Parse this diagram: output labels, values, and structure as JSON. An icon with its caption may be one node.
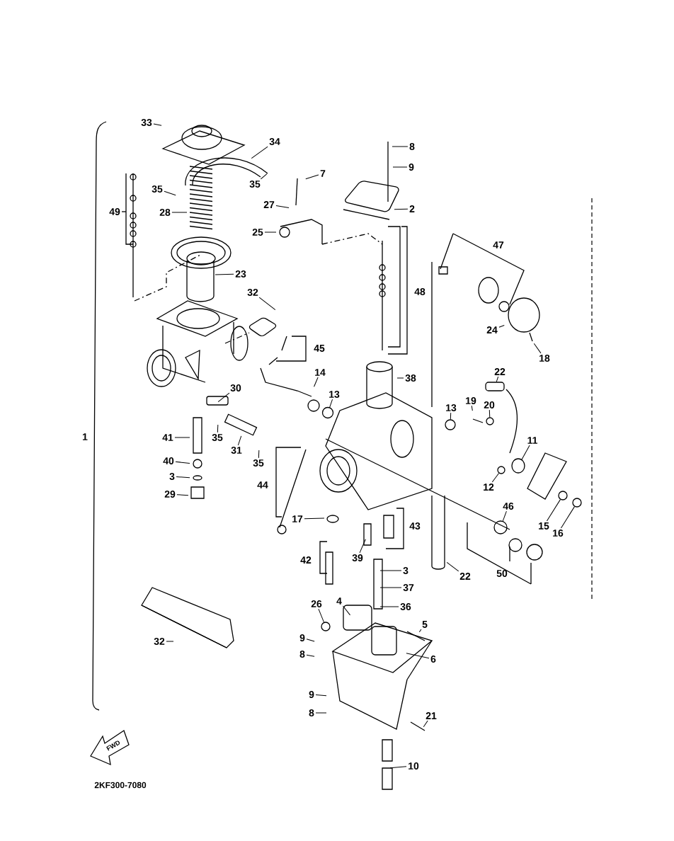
{
  "diagram": {
    "nodes": [
      {
        "text": [
          "33"
        ]
      },
      {
        "text": [
          "34"
        ]
      },
      {
        "text": [
          "35"
        ]
      },
      {
        "text": [
          "35"
        ]
      },
      {
        "text": [
          "28"
        ]
      },
      {
        "text": [
          "7"
        ]
      },
      {
        "text": [
          "27"
        ]
      },
      {
        "text": [
          "25"
        ]
      },
      {
        "text": [
          "23"
        ]
      },
      {
        "text": [
          "8"
        ]
      },
      {
        "text": [
          "9"
        ]
      },
      {
        "text": [
          "2"
        ]
      },
      {
        "text": [
          "32"
        ]
      },
      {
        "text": [
          "14"
        ]
      },
      {
        "text": [
          "13"
        ]
      },
      {
        "text": [
          "38"
        ]
      },
      {
        "text": [
          "30"
        ]
      },
      {
        "text": [
          "35"
        ]
      },
      {
        "text": [
          "31"
        ]
      },
      {
        "text": [
          "35"
        ]
      },
      {
        "text": [
          "41"
        ]
      },
      {
        "text": [
          "40"
        ]
      },
      {
        "text": [
          "3"
        ]
      },
      {
        "text": [
          "29"
        ]
      },
      {
        "text": [
          "17"
        ]
      },
      {
        "text": [
          "39"
        ]
      },
      {
        "text": [
          "3"
        ]
      },
      {
        "text": [
          "37"
        ]
      },
      {
        "text": [
          "36"
        ]
      },
      {
        "text": [
          "22"
        ]
      },
      {
        "text": [
          "13"
        ]
      },
      {
        "text": [
          "19"
        ]
      },
      {
        "text": [
          "20"
        ]
      },
      {
        "text": [
          "11"
        ]
      },
      {
        "text": [
          "12"
        ]
      },
      {
        "text": [
          "22"
        ]
      },
      {
        "text": [
          "46"
        ]
      },
      {
        "text": [
          "15"
        ]
      },
      {
        "text": [
          "16"
        ]
      },
      {
        "text": [
          "24"
        ]
      },
      {
        "text": [
          "18"
        ]
      },
      {
        "text": [
          "26"
        ]
      },
      {
        "text": [
          "4"
        ]
      },
      {
        "text": [
          "5"
        ]
      },
      {
        "text": [
          "9"
        ]
      },
      {
        "text": [
          "8"
        ]
      },
      {
        "text": [
          "6"
        ]
      },
      {
        "text": [
          "9"
        ]
      },
      {
        "text": [
          "8"
        ]
      },
      {
        "text": [
          "21"
        ]
      },
      {
        "text": [
          "10"
        ]
      },
      {
        "text": [
          "32"
        ]
      },
      {
        "text": [],
        "shape": "circle"
      },
      {
        "text": [],
        "shape": "circle"
      },
      {
        "text": [],
        "shape": "circle"
      },
      {
        "text": [],
        "shape": "circle"
      },
      {
        "text": [],
        "shape": "box"
      },
      {
        "text": [],
        "shape": "circle"
      },
      {
        "text": [],
        "shape": "circle"
      },
      {
        "text": [],
        "shape": "circle"
      },
      {
        "text": [],
        "shape": "circle"
      },
      {
        "text": [],
        "shape": "circle"
      }
    ],
    "edges": [
      {
        "from": 0,
        "to": null,
        "arrow": "none"
      },
      {
        "from": 1,
        "to": null,
        "arrow": "none"
      },
      {
        "from": 2,
        "to": null,
        "arrow": "none"
      },
      {
        "from": 3,
        "to": null,
        "arrow": "none"
      },
      {
        "from": 4,
        "to": null,
        "arrow": "none"
      },
      {
        "from": 5,
        "to": null,
        "arrow": "none"
      },
      {
        "from": 6,
        "to": null,
        "arrow": "none"
      },
      {
        "from": 7,
        "to": null,
        "arrow": "none"
      },
      {
        "from": 8,
        "to": null,
        "arrow": "none"
      },
      {
        "from": 9,
        "to": null,
        "arrow": "none"
      },
      {
        "from": 10,
        "to": null,
        "arrow": "none"
      },
      {
        "from": 11,
        "to": null,
        "arrow": "none"
      },
      {
        "from": 12,
        "to": null,
        "arrow": "none"
      },
      {
        "from": 13,
        "to": null,
        "arrow": "none"
      },
      {
        "from": 14,
        "to": 53,
        "arrow": "none"
      },
      {
        "from": 15,
        "to": null,
        "arrow": "none"
      },
      {
        "from": 16,
        "to": null,
        "arrow": "none"
      },
      {
        "from": 17,
        "to": null,
        "arrow": "none"
      },
      {
        "from": 18,
        "to": null,
        "arrow": "none"
      },
      {
        "from": 19,
        "to": null,
        "arrow": "none"
      },
      {
        "from": 20,
        "to": null,
        "arrow": "none"
      },
      {
        "from": 21,
        "to": null,
        "arrow": "none"
      },
      {
        "from": 22,
        "to": null,
        "arrow": "none"
      },
      {
        "from": 23,
        "to": null,
        "arrow": "none"
      },
      {
        "from": 24,
        "to": null,
        "arrow": "none"
      },
      {
        "from": 25,
        "to": null,
        "arrow": "none"
      },
      {
        "from": 26,
        "to": null,
        "arrow": "none"
      },
      {
        "from": 27,
        "to": null,
        "arrow": "none"
      },
      {
        "from": 28,
        "to": null,
        "arrow": "none"
      },
      {
        "from": 29,
        "to": 56,
        "arrow": "none"
      },
      {
        "from": 30,
        "to": 54,
        "arrow": "none"
      },
      {
        "from": 31,
        "to": null,
        "arrow": "none"
      },
      {
        "from": 32,
        "to": 55,
        "arrow": "none"
      },
      {
        "from": 33,
        "to": 59,
        "arrow": "none"
      },
      {
        "from": 34,
        "to": 58,
        "arrow": "none"
      },
      {
        "from": 35,
        "to": null,
        "arrow": "none"
      },
      {
        "from": 36,
        "to": 57,
        "arrow": "none"
      },
      {
        "from": 37,
        "to": 60,
        "arrow": "none"
      },
      {
        "from": 38,
        "to": 61,
        "arrow": "none"
      },
      {
        "from": 39,
        "to": null,
        "arrow": "none"
      },
      {
        "from": 40,
        "to": null,
        "arrow": "none"
      },
      {
        "from": 41,
        "to": 52,
        "arrow": "none"
      },
      {
        "from": 42,
        "to": null,
        "arrow": "none"
      },
      {
        "from": 43,
        "to": null,
        "arrow": "none"
      },
      {
        "from": 44,
        "to": null,
        "arrow": "none"
      },
      {
        "from": 45,
        "to": null,
        "arrow": "none"
      },
      {
        "from": 46,
        "to": null,
        "arrow": "none"
      },
      {
        "from": 47,
        "to": null,
        "arrow": "none"
      },
      {
        "from": 48,
        "to": null,
        "arrow": "none"
      },
      {
        "from": 49,
        "to": null,
        "arrow": "none"
      },
      {
        "from": 50,
        "to": null,
        "arrow": "none"
      },
      {
        "from": 51,
        "to": null,
        "arrow": "none"
      }
    ],
    "labels": [
      "49",
      "47",
      "48",
      "45",
      "44",
      "43",
      "42",
      "50",
      "1",
      "FWD",
      "2KF300-7080"
    ]
  }
}
